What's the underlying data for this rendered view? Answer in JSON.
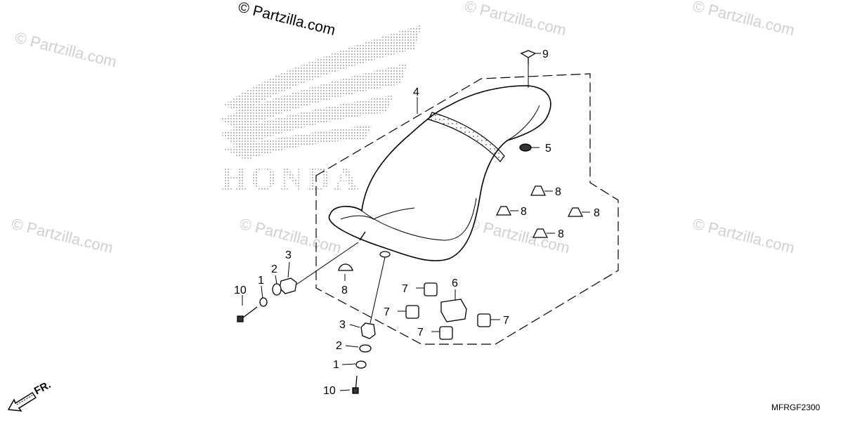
{
  "copyright": "© Partzilla.com",
  "watermark_text": "© Partzilla.com",
  "brand_text": "HONDA",
  "diagram_code": "MFRGF2300",
  "front_label": "FR.",
  "callouts": [
    "1",
    "2",
    "3",
    "4",
    "5",
    "6",
    "7",
    "8",
    "9",
    "10"
  ],
  "colors": {
    "line": "#000000",
    "watermark": "#d0d0d0",
    "halftone": "#8a8a8a"
  }
}
